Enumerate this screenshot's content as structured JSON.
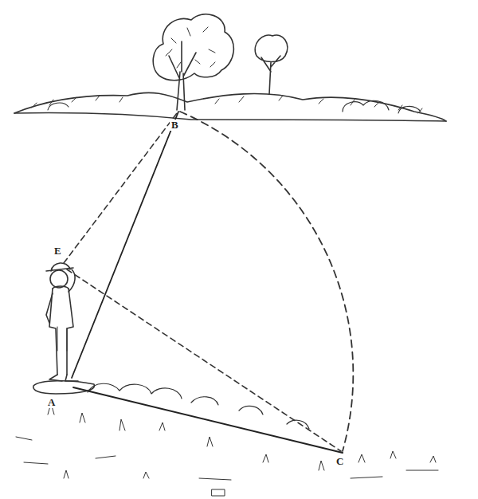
{
  "diagram": {
    "labels": [
      "B",
      "E",
      "A",
      "C"
    ]
  }
}
